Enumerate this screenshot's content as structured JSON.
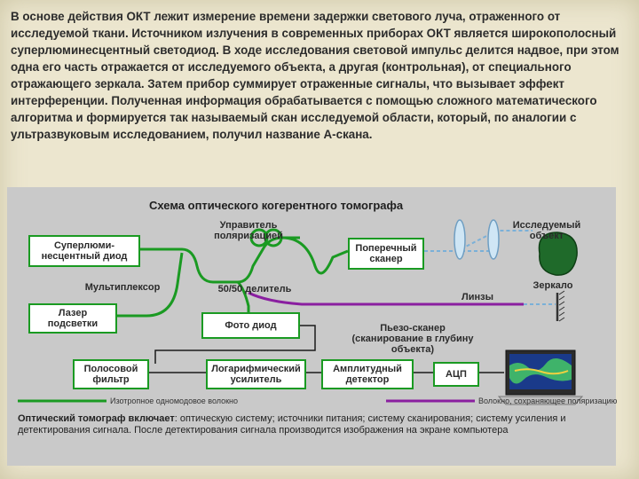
{
  "intro_text": "В основе действия ОКТ лежит измерение времени задержки светового луча, отраженного от исследуемой ткани. Источником излучения в современных приборах ОКТ является широкополосный суперлюминесцентный светодиод. В ходе исследования световой импульс делится надвое, при этом одна его часть отражается от исследуемого объекта, а другая (контрольная), от специального отражающего зеркала. Затем прибор суммирует отраженные сигналы, что вызывает эффект интерференции. Полученная информация обрабатывается с помощью сложного математического алгоритма и формируется так называемый скан исследуемой области, который, по аналогии с ультразвуковым исследованием, получил название А-скана.",
  "diagram": {
    "title": "Схема оптического когерентного томографа",
    "boxes": {
      "sld": "Суперлюми-\nнесцентный диод",
      "laser": "Лазер\nподсветки",
      "photo": "Фото диод",
      "transverse": "Поперечный\nсканер",
      "bandpass": "Полосовой\nфильтр",
      "logamp": "Логарифмический\nусилитель",
      "ampdet": "Амплитудный\nдетектор",
      "adc": "АЦП"
    },
    "labels": {
      "pol_ctrl": "Управитель\nполяризацией",
      "multiplexer": "Мультиплексор",
      "splitter": "50/50 делитель",
      "object": "Исследуемый\nобъект",
      "lenses": "Линзы",
      "mirror": "Зеркало",
      "piezo": "Пьезо-сканер\n(сканирование в глубину\nобъекта)"
    },
    "legend": {
      "isotropic": "Изотропное одномодовое волокно",
      "polarizing": "Волокно, сохраняющее поляризацию"
    },
    "footer": {
      "lead": "Оптический томограф включает",
      "rest": ": оптическую систему; источники питания; систему сканирования; систему усиления и детектирования сигнала. После детектирования сигнала производится изображения на экране компьютера"
    },
    "colors": {
      "fiber_green": "#1a9a22",
      "fiber_purple": "#8a1fa0",
      "signal_line": "#1a1a1a",
      "panel": "#c9c9c9"
    }
  }
}
